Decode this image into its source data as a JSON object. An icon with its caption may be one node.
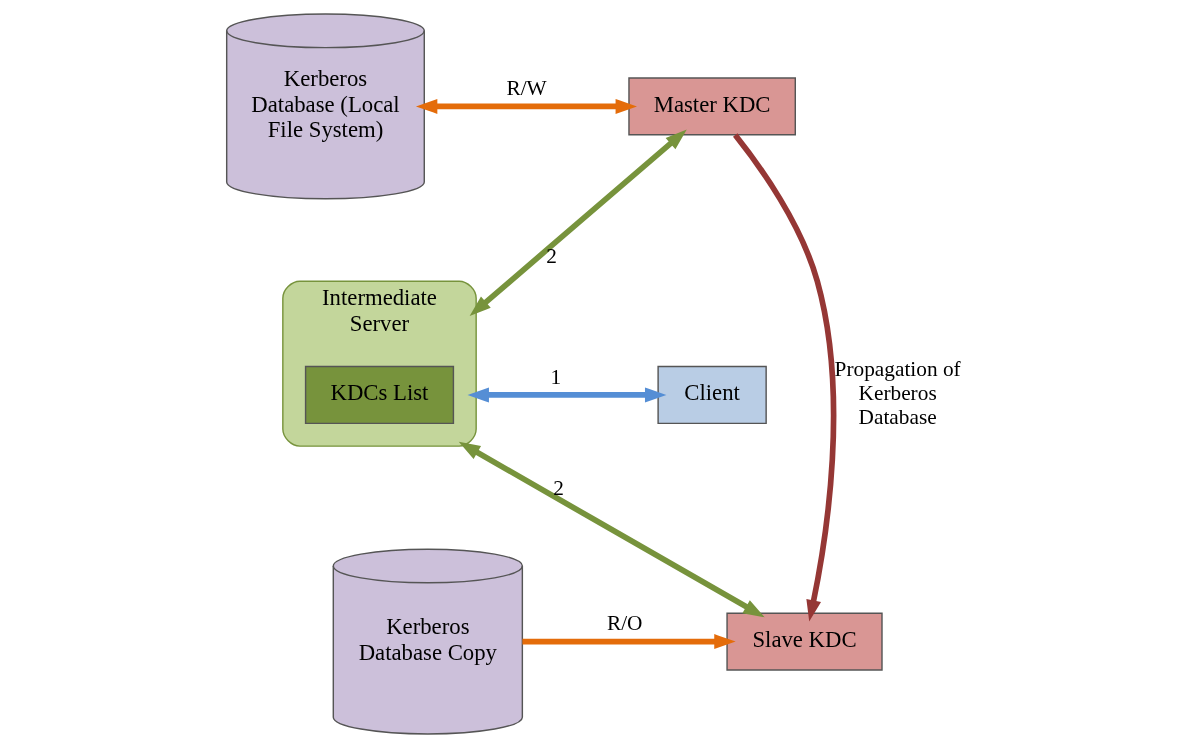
{
  "diagram": {
    "nodes": [
      {
        "text": [
          "Kerberos Database (Local File System)"
        ]
      },
      {
        "text": [
          "Master KDC"
        ]
      },
      {
        "text": [
          "Intermediate Server"
        ]
      },
      {
        "text": [
          "KDCs List"
        ],
        "in": 2
      },
      {
        "text": [
          "Client"
        ]
      },
      {
        "text": [
          "Kerberos Database Copy"
        ]
      },
      {
        "text": [
          "Slave KDC"
        ]
      }
    ],
    "edges": [
      {
        "from": 0,
        "to": 1,
        "arrow": "both",
        "label": "R/W",
        "color": "#e46c0a"
      },
      {
        "from": 1,
        "to": 2,
        "arrow": "both",
        "label": "2",
        "color": "#77933c"
      },
      {
        "from": 1,
        "to": 6,
        "arrow": "to",
        "label": "Propagation of Kerberos Database",
        "color": "#953735"
      },
      {
        "from": 2,
        "to": 4,
        "arrow": "both",
        "label": "1",
        "color": "#558ed5"
      },
      {
        "from": 5,
        "to": 6,
        "arrow": "to",
        "label": "R/O",
        "color": "#e46c0a"
      },
      {
        "from": 2,
        "to": 6,
        "arrow": "both",
        "label": "2",
        "color": "#77933c"
      }
    ]
  }
}
